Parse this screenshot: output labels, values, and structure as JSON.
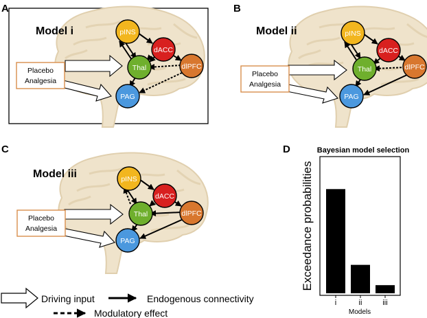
{
  "panels": {
    "A": {
      "letter": "A",
      "title": "Model i"
    },
    "B": {
      "letter": "B",
      "title": "Model ii"
    },
    "C": {
      "letter": "C",
      "title": "Model iii"
    },
    "D": {
      "letter": "D",
      "title": "Bayesian model selection"
    }
  },
  "nodes": {
    "pins": "pINS",
    "dacc": "dACC",
    "thal": "Thal",
    "dlpfc": "dlPFC",
    "pag": "PAG"
  },
  "input_label": [
    "Placebo",
    "Analgesia"
  ],
  "legend": {
    "driving": "Driving input",
    "endogenous": "Endogenous connectivity",
    "modulatory": "Modulatory effect"
  },
  "colors": {
    "pins": "#f2b61f",
    "dacc": "#d8201f",
    "thal": "#6faf2d",
    "dlpfc": "#d8772e",
    "pag": "#4b98de",
    "brain": "#efe3cb",
    "input_box_border": "#d98e4c"
  },
  "chart_data": {
    "type": "bar",
    "title": "Bayesian model selection",
    "categories": [
      "i",
      "ii",
      "iii"
    ],
    "values": [
      0.77,
      0.21,
      0.06
    ],
    "xlabel": "Models",
    "ylabel": "Exceedance probabilities",
    "ylim": [
      0,
      1
    ]
  }
}
